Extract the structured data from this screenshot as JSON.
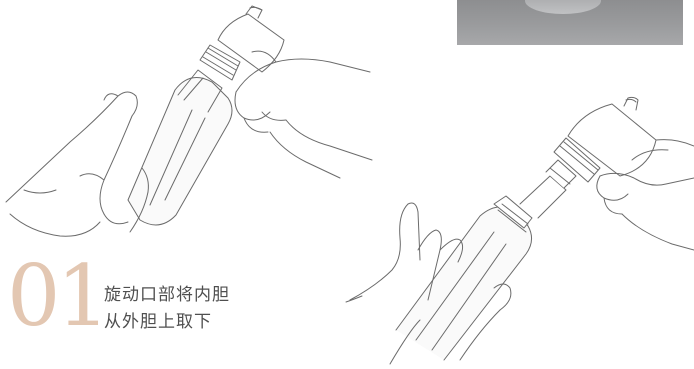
{
  "step": {
    "number": "01",
    "text_line1": "旋动口部将内胆",
    "text_line2": "从外胆上取下"
  },
  "colors": {
    "accent": "#e3c7b2",
    "text": "#4f4f4f",
    "line": "#6b6b6b",
    "photo": "#999a9c"
  }
}
